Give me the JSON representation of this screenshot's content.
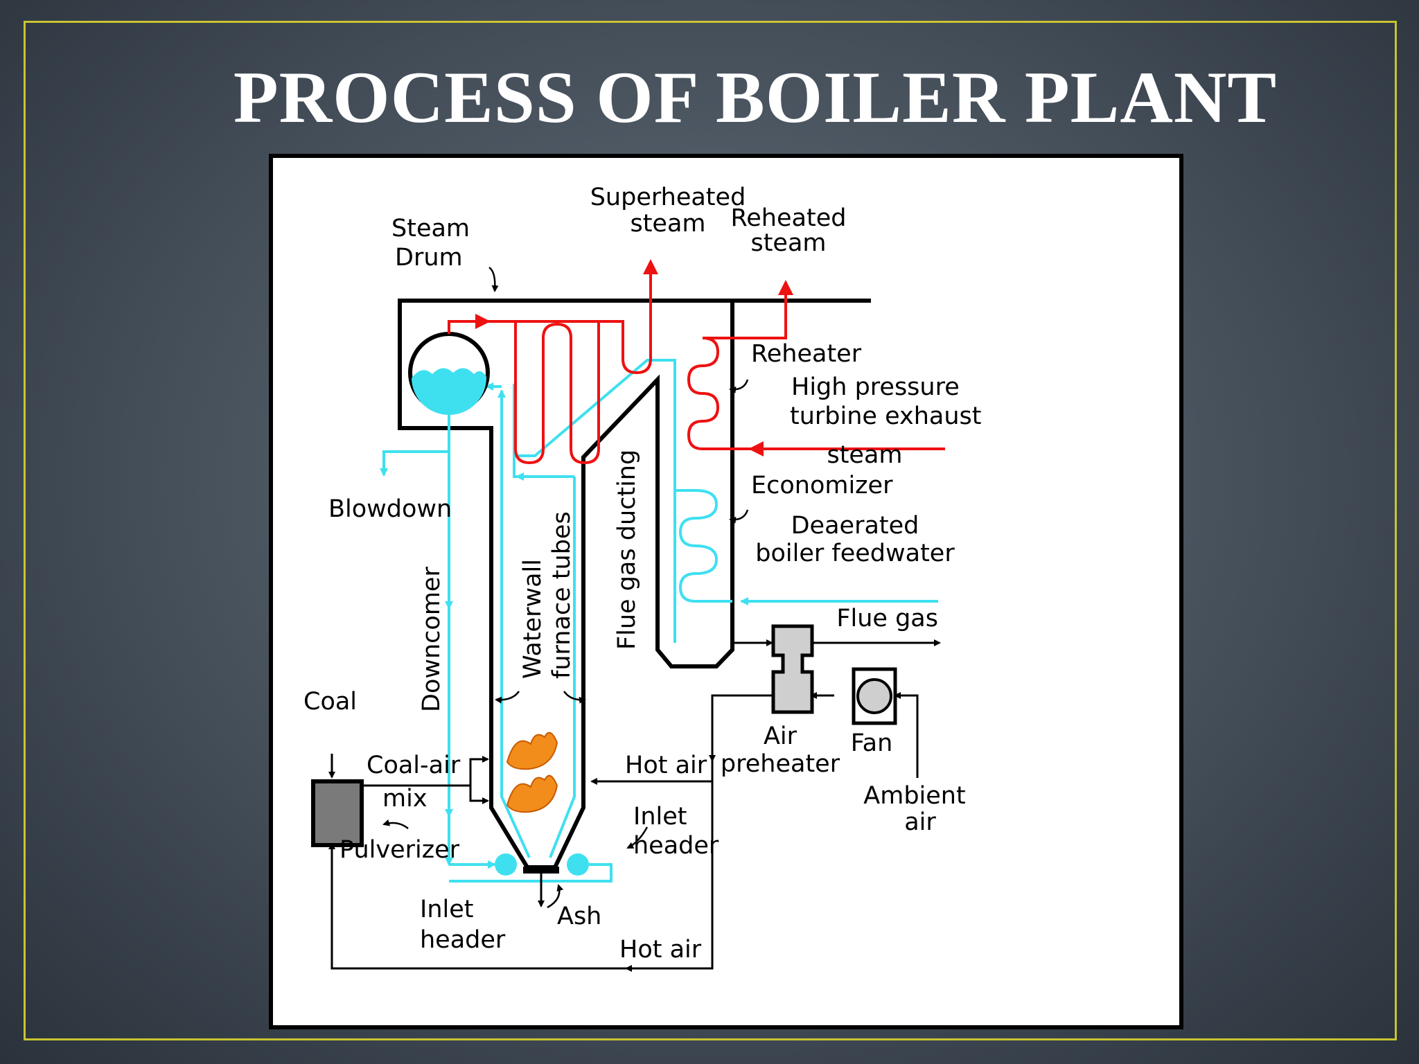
{
  "title": "PROCESS OF BOILER PLANT",
  "colors": {
    "water": "#3ee0f0",
    "steam": "#ee1111",
    "frame": "#c9c432"
  },
  "labels": {
    "steam_drum_1": "Steam",
    "steam_drum_2": "Drum",
    "superheated_1": "Superheated",
    "superheated_2": "steam",
    "reheated_1": "Reheated",
    "reheated_2": "steam",
    "reheater": "Reheater",
    "hp_exhaust_1": "High pressure",
    "hp_exhaust_2": "turbine exhaust",
    "hp_exhaust_3": "steam",
    "economizer": "Economizer",
    "feedwater_1": "Deaerated",
    "feedwater_2": "boiler feedwater",
    "flue_gas": "Flue gas",
    "flue_gas_ducting": "Flue gas ducting",
    "blowdown": "Blowdown",
    "downcomer": "Downcomer",
    "waterwall_1": "Waterwall",
    "waterwall_2": "furnace tubes",
    "coal": "Coal",
    "coal_air_1": "Coal-air",
    "coal_air_2": "mix",
    "pulverizer": "Pulverizer",
    "hot_air_1": "Hot air",
    "hot_air_2": "Hot air",
    "air_preheater_1": "Air",
    "air_preheater_2": "preheater",
    "fan": "Fan",
    "ambient_1": "Ambient",
    "ambient_2": "air",
    "inlet_header_r1": "Inlet",
    "inlet_header_r2": "header",
    "inlet_header_l1": "Inlet",
    "inlet_header_l2": "header",
    "ash": "Ash"
  }
}
